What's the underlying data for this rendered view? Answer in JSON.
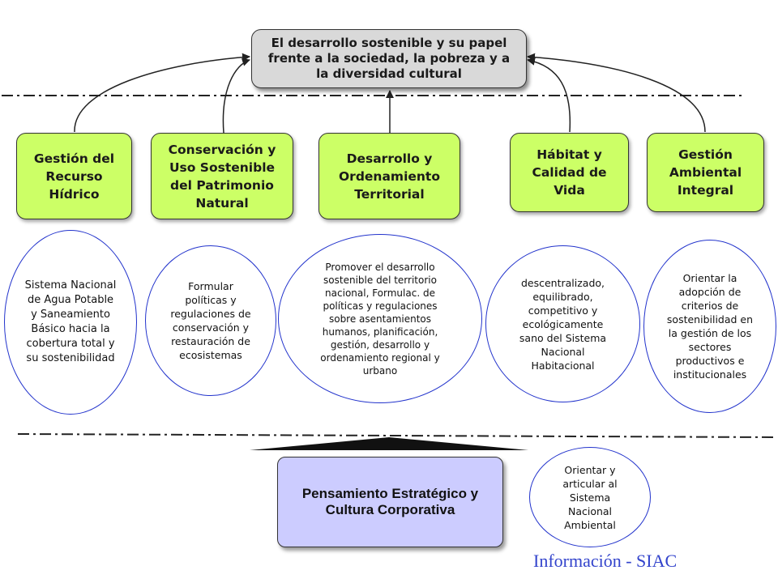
{
  "top_box": {
    "text": "El desarrollo sostenible y su papel frente a la sociedad, la pobreza y a la diversidad cultural"
  },
  "pillars": [
    {
      "label": "Gestión del Recurso Hídrico"
    },
    {
      "label": "Conservación y Uso Sostenible del Patrimonio Natural"
    },
    {
      "label": "Desarrollo y Ordenamiento Territorial"
    },
    {
      "label": "Hábitat y Calidad de Vida"
    },
    {
      "label": "Gestión Ambiental Integral"
    }
  ],
  "descriptions": [
    {
      "text": "Sistema Nacional de Agua Potable y Saneamiento Básico hacia la cobertura total y su sostenibilidad"
    },
    {
      "text": "Formular políticas y regulaciones de conservación y restauración de ecosistemas"
    },
    {
      "text": "Promover el desarrollo sostenible del territorio nacional, Formulac. de políticas y regulaciones sobre asentamientos humanos, planificación, gestión, desarrollo y ordenamiento regional y urbano"
    },
    {
      "text": "descentralizado, equilibrado, competitivo y ecológicamente sano del Sistema Nacional Habitacional"
    },
    {
      "text": "Orientar la adopción de criterios de sostenibilidad en la gestión de los sectores productivos e institucionales"
    }
  ],
  "bottom_box": {
    "text": "Pensamiento Estratégico y Cultura Corporativa"
  },
  "bottom_oval": {
    "text": "Orientar y articular al Sistema Nacional Ambiental"
  },
  "footer": {
    "text": "Información - SIAC"
  },
  "colors": {
    "pillar_fill": "#ccff66",
    "top_fill": "#d9d9d9",
    "bottom_fill": "#ccccff",
    "oval_border": "#2233cc",
    "footer_text": "#3344cc"
  }
}
